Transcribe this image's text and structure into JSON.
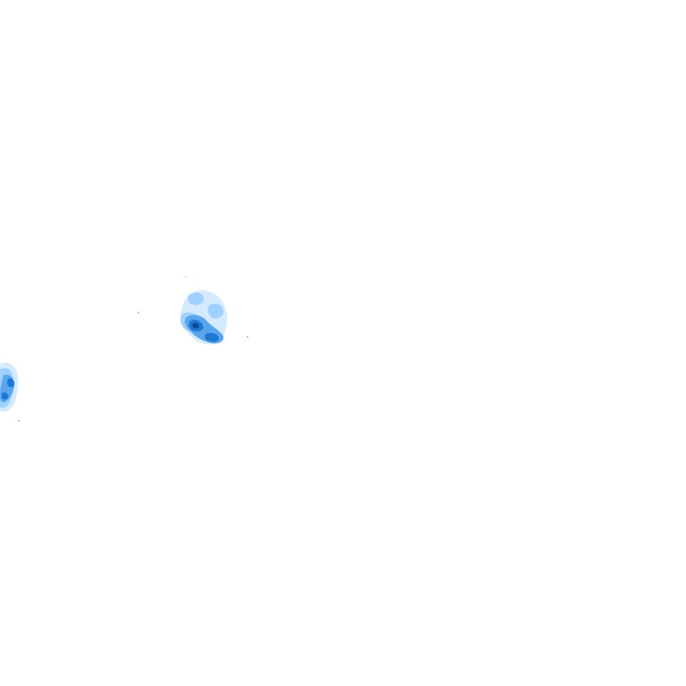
{
  "map": {
    "kind": "precipitation-radar-overlay-tile",
    "background_color": "#ffffff",
    "intensity_palette": {
      "light": "#cfe8ff",
      "moderate": "#9fd0ff",
      "strong": "#5aa6ee",
      "heavy": "#1f78d1",
      "core": "#0b4a9a"
    },
    "echo_cells": [
      {
        "name": "central-echo-cell",
        "peak_intensity": "core"
      },
      {
        "name": "left-edge-echo-cell",
        "peak_intensity": "heavy"
      }
    ]
  }
}
